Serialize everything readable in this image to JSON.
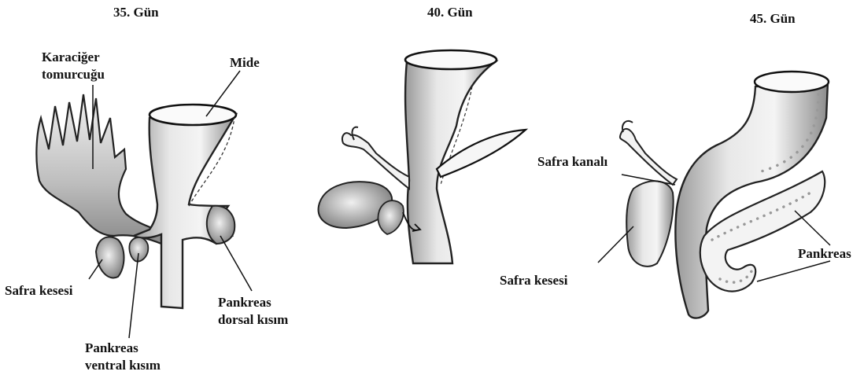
{
  "panels": [
    {
      "title": "35. Gün",
      "labels": {
        "liver_bud": "Karaciğer\ntomurcuğu",
        "stomach": "Mide",
        "gallbladder": "Safra kesesi",
        "pancreas_ventral": "Pankreas\nventral kısım",
        "pancreas_dorsal": "Pankreas\ndorsal kısım"
      }
    },
    {
      "title": "40. Gün"
    },
    {
      "title": "45. Gün",
      "labels": {
        "bile_duct": "Safra kanalı",
        "gallbladder": "Safra kesesi",
        "pancreas": "Pankreas"
      }
    }
  ]
}
